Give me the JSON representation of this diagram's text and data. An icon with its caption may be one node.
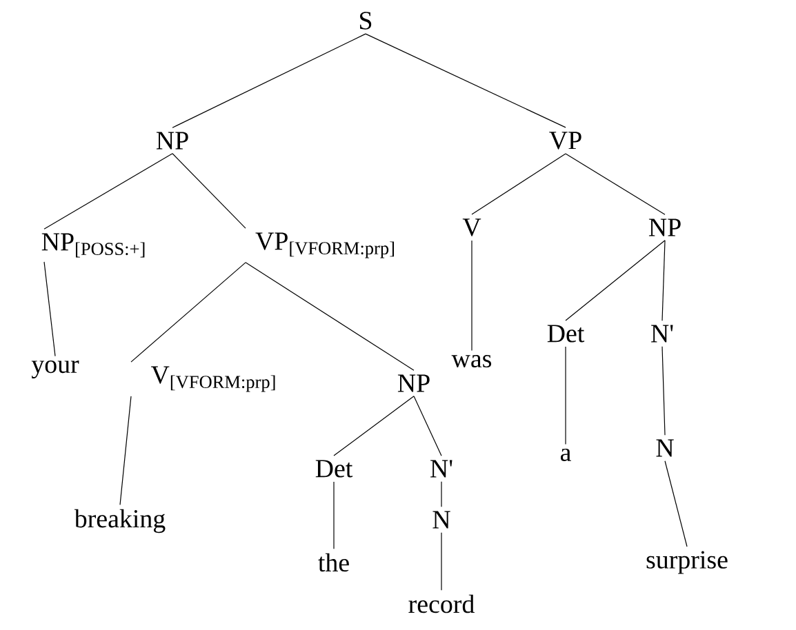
{
  "diagram": {
    "nodes": [
      {
        "text": [
          "S"
        ]
      },
      {
        "text": [
          "NP"
        ]
      },
      {
        "text": [
          "VP"
        ]
      },
      {
        "text": [
          "NP$_{[POSS:+]}$"
        ]
      },
      {
        "text": [
          "VP$_{[VFORM:prp]}$"
        ]
      },
      {
        "text": [
          "V"
        ]
      },
      {
        "text": [
          "NP"
        ]
      },
      {
        "text": [
          "your"
        ]
      },
      {
        "text": [
          "V$_{[VFORM:prp]}$"
        ]
      },
      {
        "text": [
          "NP"
        ]
      },
      {
        "text": [
          "was"
        ]
      },
      {
        "text": [
          "Det"
        ]
      },
      {
        "text": [
          "N'"
        ]
      },
      {
        "text": [
          "breaking"
        ]
      },
      {
        "text": [
          "Det"
        ]
      },
      {
        "text": [
          "N'"
        ]
      },
      {
        "text": [
          "a"
        ]
      },
      {
        "text": [
          "N"
        ]
      },
      {
        "text": [
          "the"
        ]
      },
      {
        "text": [
          "N"
        ]
      },
      {
        "text": [
          "record"
        ]
      },
      {
        "text": [
          "surprise"
        ]
      }
    ],
    "edges": [
      {
        "from": 0,
        "to": 1,
        "arrow": "none"
      },
      {
        "from": 0,
        "to": 2,
        "arrow": "none"
      },
      {
        "from": 1,
        "to": 3,
        "arrow": "none"
      },
      {
        "from": 1,
        "to": 4,
        "arrow": "none"
      },
      {
        "from": 2,
        "to": 5,
        "arrow": "none"
      },
      {
        "from": 2,
        "to": 6,
        "arrow": "none"
      },
      {
        "from": 3,
        "to": 7,
        "arrow": "none"
      },
      {
        "from": 4,
        "to": 8,
        "arrow": "none"
      },
      {
        "from": 4,
        "to": 9,
        "arrow": "none"
      },
      {
        "from": 5,
        "to": 10,
        "arrow": "none"
      },
      {
        "from": 6,
        "to": 11,
        "arrow": "none"
      },
      {
        "from": 6,
        "to": 12,
        "arrow": "none"
      },
      {
        "from": 8,
        "to": 13,
        "arrow": "none"
      },
      {
        "from": 9,
        "to": 14,
        "arrow": "none"
      },
      {
        "from": 9,
        "to": 15,
        "arrow": "none"
      },
      {
        "from": 11,
        "to": 16,
        "arrow": "none"
      },
      {
        "from": 12,
        "to": 17,
        "arrow": "none"
      },
      {
        "from": 14,
        "to": 18,
        "arrow": "none"
      },
      {
        "from": 15,
        "to": 19,
        "arrow": "none"
      },
      {
        "from": 19,
        "to": 20,
        "arrow": "none"
      },
      {
        "from": 17,
        "to": 21,
        "arrow": "none"
      }
    ]
  }
}
